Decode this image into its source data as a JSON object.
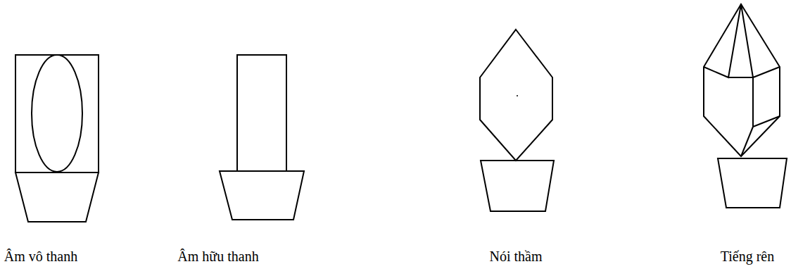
{
  "diagram": {
    "labels": [
      "Âm vô thanh",
      "Âm hữu thanh",
      "Nói thầm",
      "Tiếng rên"
    ]
  }
}
